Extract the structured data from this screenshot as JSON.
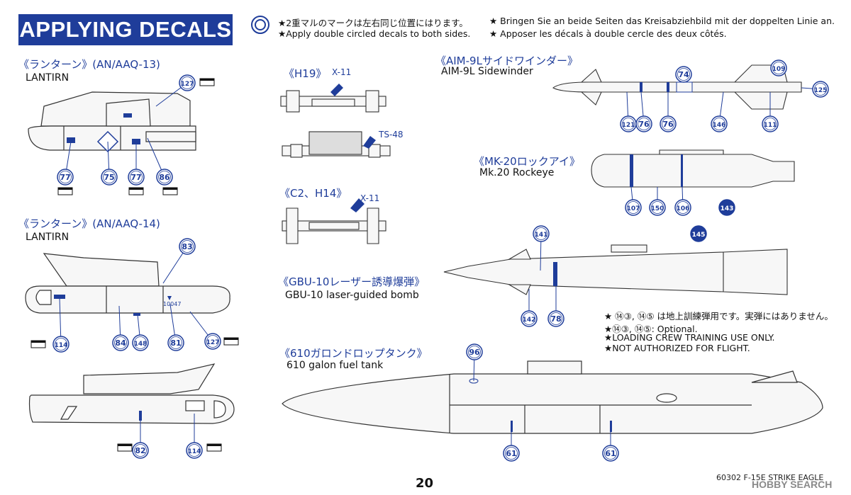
{
  "header": {
    "title": "APPLYING DECALS",
    "note_jp": "★2重マルのマークは左右同じ位置にはります。",
    "note_en": "★Apply double circled decals to both sides.",
    "note_de": "★ Bringen Sie an beide Seiten das Kreisabziehbild mit der doppelten Linie an.",
    "note_fr": "★ Apposer les décals à double cercle des deux côtés."
  },
  "sections": {
    "lantirn13": {
      "jp": "《ランターン》(AN/AAQ-13)",
      "en": "LANTIRN",
      "decals": [
        "127",
        "77",
        "75",
        "77",
        "86"
      ]
    },
    "lantirn14": {
      "jp": "《ランターン》(AN/AAQ-14)",
      "en": "LANTIRN",
      "decals": [
        "83",
        "114",
        "84",
        "148",
        "81",
        "127",
        "82",
        "114"
      ],
      "marking": "10047"
    },
    "h19": {
      "jp": "《H19》",
      "tags": [
        "X-11",
        "TS-48"
      ]
    },
    "c2h14": {
      "jp": "《C2、H14》",
      "tags": [
        "X-11"
      ]
    },
    "aim9l": {
      "jp": "《AIM-9Lサイドワインダー》",
      "en": "AIM-9L Sidewinder",
      "decals": [
        "74",
        "109",
        "125",
        "121",
        "76",
        "76",
        "146",
        "111"
      ]
    },
    "mk20": {
      "jp": "《MK-20ロックアイ》",
      "en": "Mk.20 Rockeye",
      "decals": [
        "107",
        "150",
        "106",
        "143"
      ]
    },
    "gbu10": {
      "jp": "《GBU-10レーザー誘導爆弾》",
      "en": "GBU-10 laser-guided bomb",
      "decals": [
        "141",
        "145",
        "142",
        "78"
      ]
    },
    "fueltank": {
      "jp": "《610ガロンドロップタンク》",
      "en": "610 galon fuel tank",
      "decals": [
        "96",
        "61",
        "61"
      ]
    }
  },
  "training_note": {
    "jp": "★ ⑭③, ⑭⑤ は地上訓練弾用です。実弾にはありません。",
    "l1": "★⑭③, ⑭⑤: Optional.",
    "l2": "★LOADING CREW TRAINING USE ONLY.",
    "l3": "★NOT AUTHORIZED FOR FLIGHT."
  },
  "footer": {
    "page": "20",
    "model": "60302 F-15E STRIKE EAGLE",
    "watermark": "HOBBY SEARCH"
  },
  "colors": {
    "accent": "#1f3d9a",
    "line": "#333333",
    "fill": "#f4f4f4"
  }
}
